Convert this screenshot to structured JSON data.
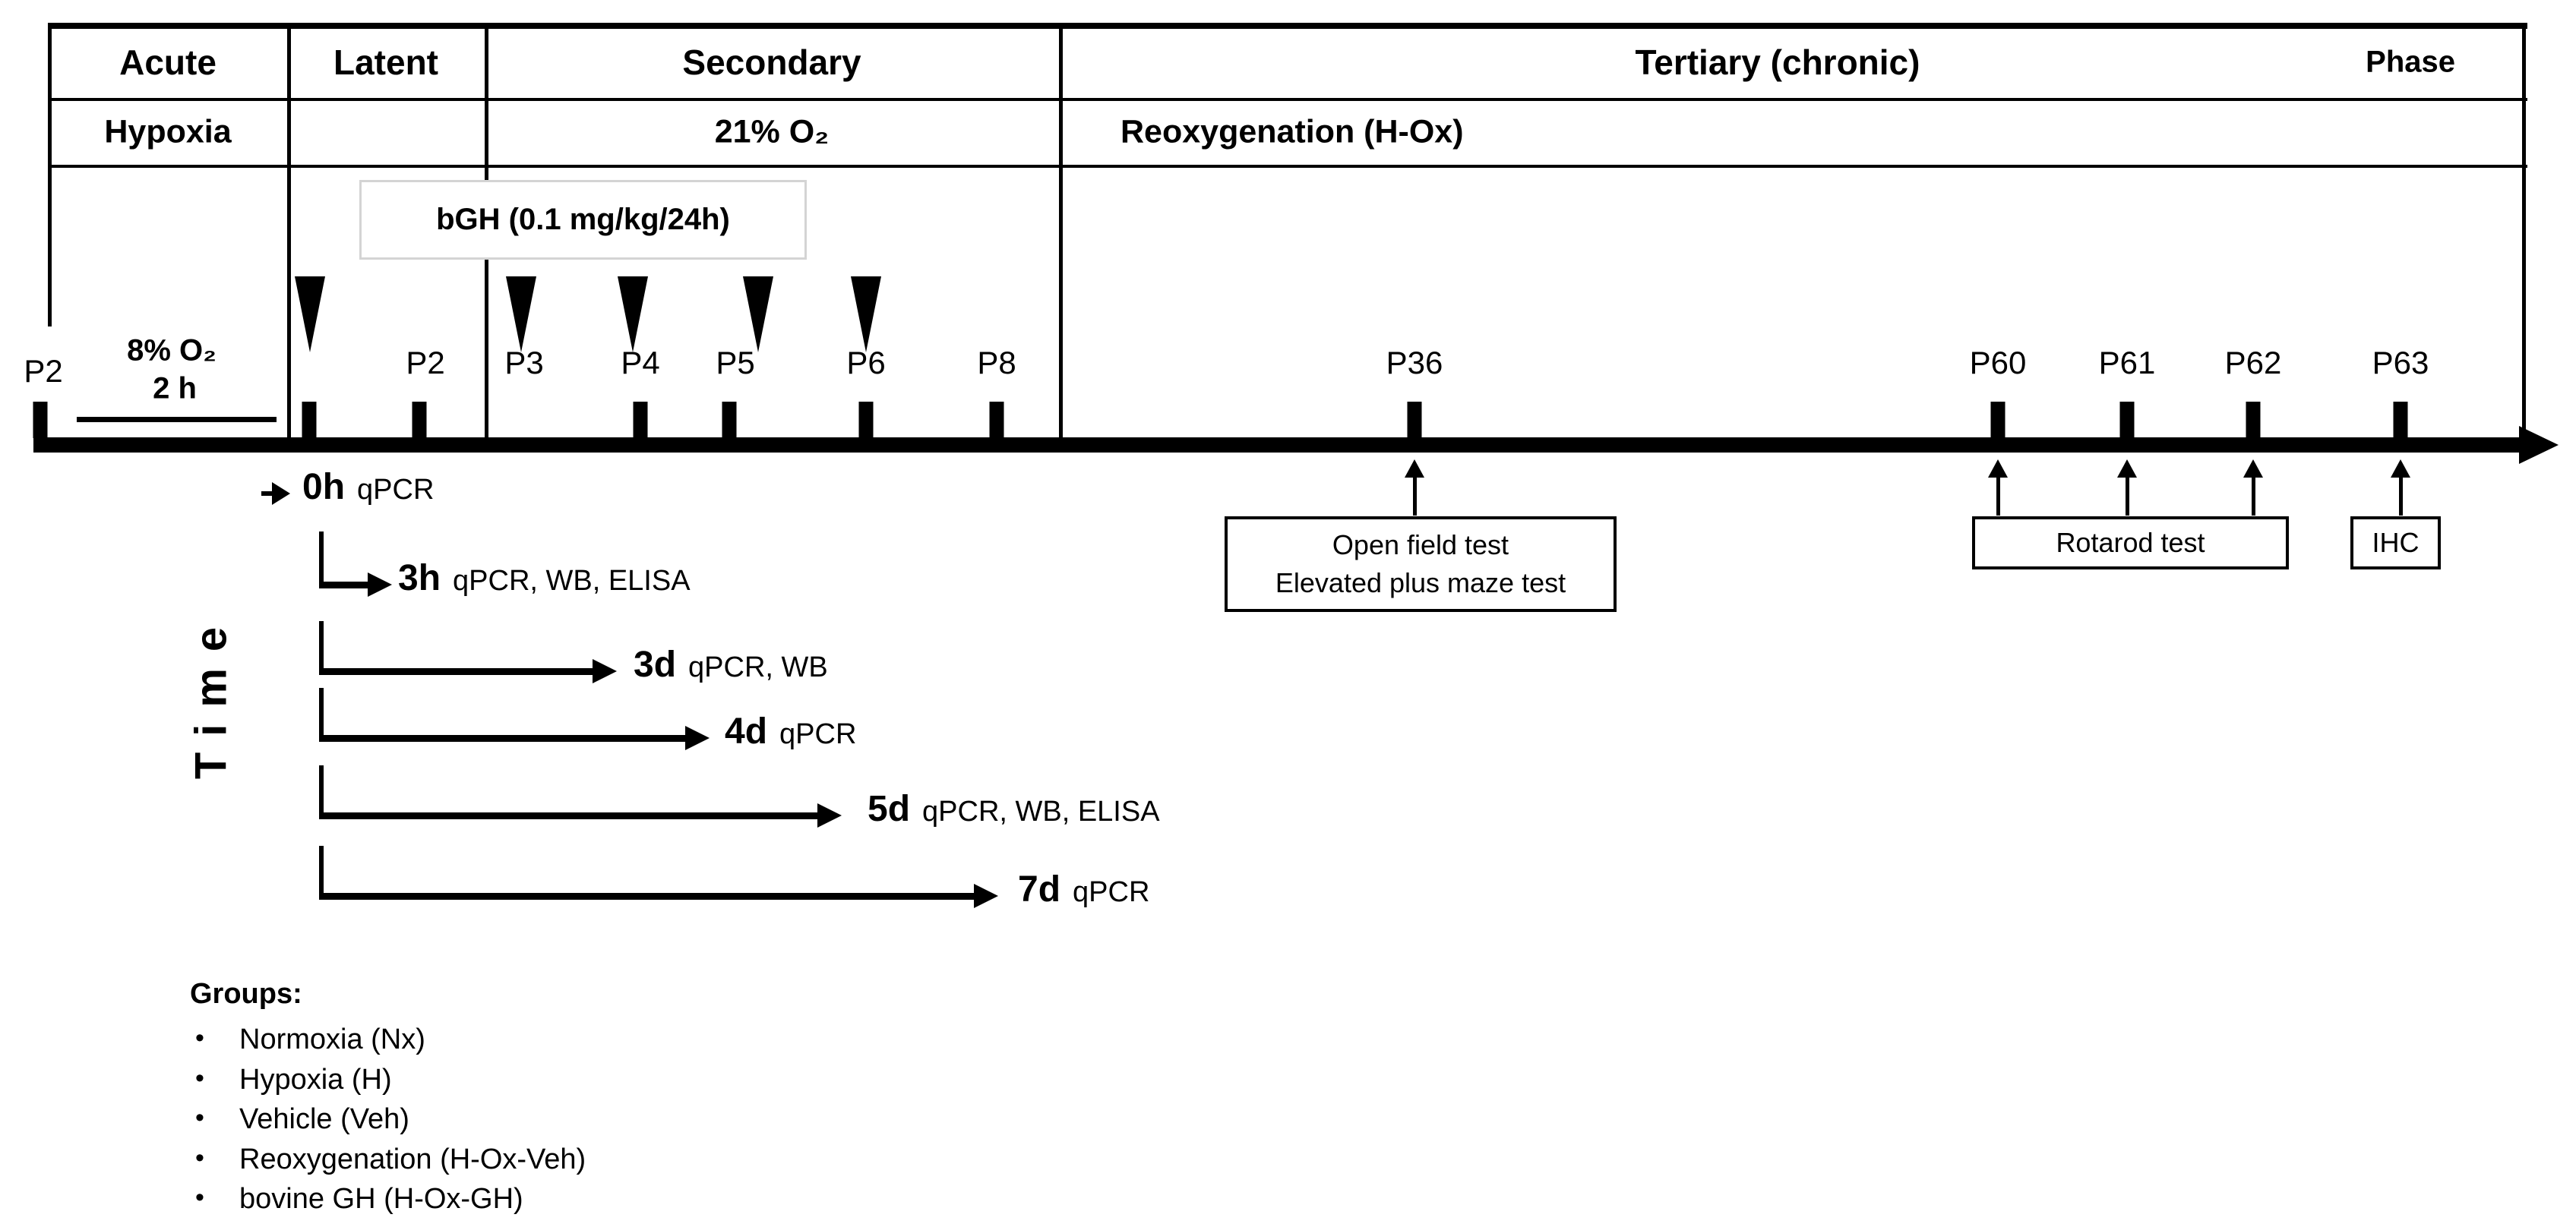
{
  "phase_table": {
    "headers": {
      "acute": "Acute",
      "latent": "Latent",
      "secondary": "Secondary",
      "tertiary": "Tertiary (chronic)",
      "phase": "Phase"
    },
    "conditions": {
      "acute": "Hypoxia",
      "secondary": "21% O₂",
      "tertiary": "Reoxygenation (H-Ox)"
    }
  },
  "treatment": {
    "bgh_label": "bGH (0.1 mg/kg/24h)"
  },
  "timeline": {
    "start_label": "P2",
    "hypoxia_o2": "8% O₂",
    "hypoxia_duration": "2 h",
    "day_labels": [
      "P2",
      "P3",
      "P4",
      "P5",
      "P6",
      "P8",
      "P36",
      "P60",
      "P61",
      "P62",
      "P63"
    ]
  },
  "behavior_tests": {
    "open_field_line1": "Open field test",
    "open_field_line2": "Elevated plus maze test",
    "rotarod": "Rotarod test",
    "ihc": "IHC"
  },
  "time_axis_label": "Time",
  "timepoints": [
    {
      "label": "0h",
      "assays": "qPCR"
    },
    {
      "label": "3h",
      "assays": "qPCR, WB, ELISA"
    },
    {
      "label": "3d",
      "assays": "qPCR, WB"
    },
    {
      "label": "4d",
      "assays": "qPCR"
    },
    {
      "label": "5d",
      "assays": "qPCR, WB, ELISA"
    },
    {
      "label": "7d",
      "assays": "qPCR"
    }
  ],
  "groups": {
    "title": "Groups:",
    "items": [
      "Normoxia (Nx)",
      "Hypoxia (H)",
      "Vehicle (Veh)",
      "Reoxygenation (H-Ox-Veh)",
      "bovine GH (H-Ox-GH)"
    ]
  },
  "colors": {
    "ink": "#000000",
    "background": "#ffffff",
    "bgh_box_border": "#d4d4d4"
  }
}
